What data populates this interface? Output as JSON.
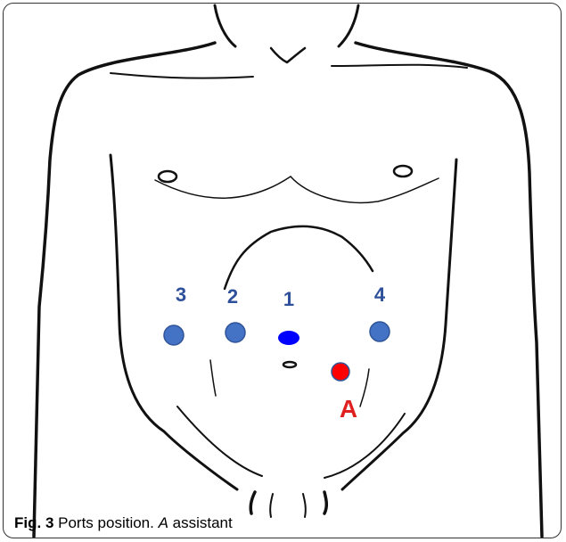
{
  "figure": {
    "ports": [
      {
        "label": "3",
        "type": "port"
      },
      {
        "label": "2",
        "type": "port"
      },
      {
        "label": "1",
        "type": "camera-port"
      },
      {
        "label": "4",
        "type": "port"
      },
      {
        "label": "A",
        "type": "assistant-port"
      }
    ],
    "colors": {
      "port": "#4472c4",
      "camera_port": "#0000ff",
      "assistant_port": "#ff0000",
      "port_label": "#2e4f9a",
      "assistant_label": "#e02020",
      "outline": "#111111"
    }
  },
  "caption": {
    "fig_number": "Fig. 3",
    "text": " Ports position. ",
    "italic": "A",
    "text2": " assistant"
  }
}
